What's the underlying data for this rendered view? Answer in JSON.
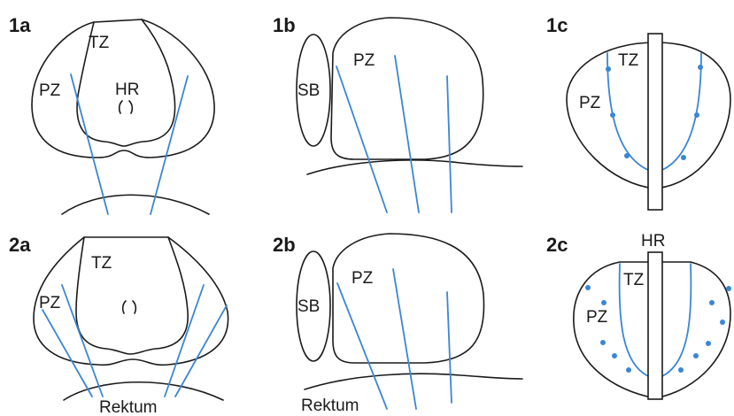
{
  "colors": {
    "outline": "#1a1a1a",
    "needle": "#3a86d4",
    "background": "#ffffff"
  },
  "panels": {
    "p1a": {
      "id": "1a",
      "labels": {
        "tz": "TZ",
        "pz": "PZ",
        "hr": "HR"
      }
    },
    "p1b": {
      "id": "1b",
      "labels": {
        "sb": "SB",
        "pz": "PZ"
      }
    },
    "p1c": {
      "id": "1c",
      "labels": {
        "tz": "TZ",
        "pz": "PZ"
      }
    },
    "p2a": {
      "id": "2a",
      "labels": {
        "tz": "TZ",
        "pz": "PZ",
        "rektum": "Rektum"
      }
    },
    "p2b": {
      "id": "2b",
      "labels": {
        "sb": "SB",
        "pz": "PZ",
        "rektum": "Rektum"
      }
    },
    "p2c": {
      "id": "2c",
      "labels": {
        "hr": "HR",
        "tz": "TZ",
        "pz": "PZ"
      }
    }
  }
}
